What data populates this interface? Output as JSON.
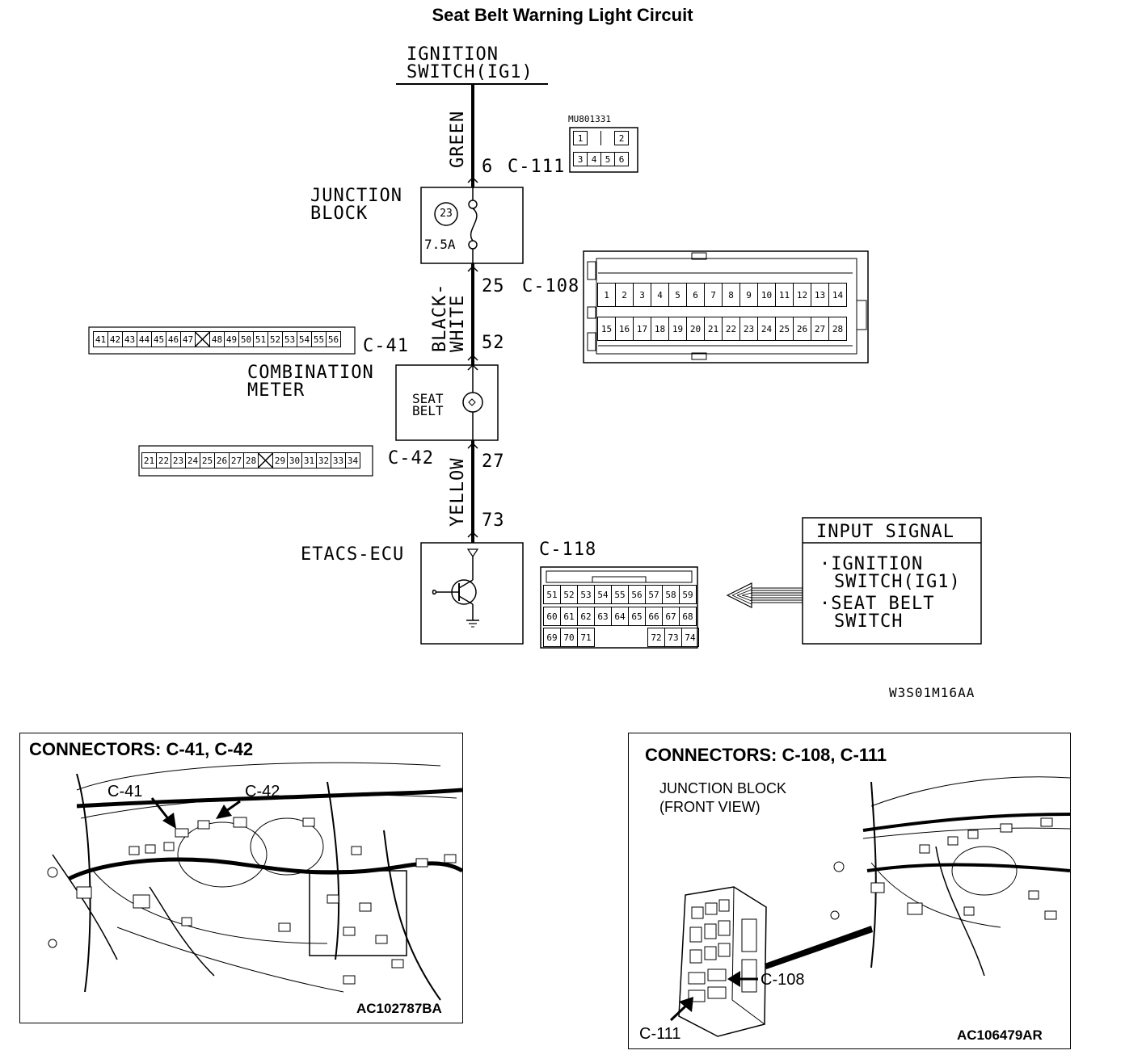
{
  "title": "Seat Belt Warning Light Circuit",
  "ignition_label": [
    "IGNITION",
    "SWITCH(IG1)"
  ],
  "wire_green": "GREEN",
  "wire_black_white": "BLACK-WHITE",
  "wire_black_white_lines": [
    "BLACK-",
    "WHITE"
  ],
  "wire_yellow": "YELLOW",
  "pin_6": "6",
  "conn_c111": "C-111",
  "junction_label": [
    "JUNCTION",
    "BLOCK"
  ],
  "fuse_num": "23",
  "fuse_rating": "7.5A",
  "pin_25": "25",
  "conn_c108": "C-108",
  "pin_52": "52",
  "conn_c41": "C-41",
  "combo_label": [
    "COMBINATION",
    "METER"
  ],
  "seat_belt_lamp": [
    "SEAT",
    "BELT"
  ],
  "pin_27": "27",
  "conn_c42": "C-42",
  "pin_73": "73",
  "etacs_label": "ETACS-ECU",
  "conn_c118": "C-118",
  "part_number": "MU801331",
  "c111_pins": [
    "1",
    "2",
    "3",
    "4",
    "5",
    "6"
  ],
  "c108_row1": [
    "1",
    "2",
    "3",
    "4",
    "5",
    "6",
    "7",
    "8",
    "9",
    "10",
    "11",
    "12",
    "13",
    "14"
  ],
  "c108_row2": [
    "15",
    "16",
    "17",
    "18",
    "19",
    "20",
    "21",
    "22",
    "23",
    "24",
    "25",
    "26",
    "27",
    "28"
  ],
  "c41_pins": [
    "41",
    "42",
    "43",
    "44",
    "45",
    "46",
    "47",
    "",
    "48",
    "49",
    "50",
    "51",
    "52",
    "53",
    "54",
    "55",
    "56"
  ],
  "c42_pins": [
    "21",
    "22",
    "23",
    "24",
    "25",
    "26",
    "27",
    "28",
    "",
    "29",
    "30",
    "31",
    "32",
    "33",
    "34"
  ],
  "c118_row1": [
    "51",
    "52",
    "53",
    "54",
    "55",
    "56",
    "57",
    "58",
    "59"
  ],
  "c118_row2": [
    "60",
    "61",
    "62",
    "63",
    "64",
    "65",
    "66",
    "67",
    "68"
  ],
  "c118_row3": [
    "69",
    "70",
    "71",
    "",
    "",
    "",
    "72",
    "73",
    "74"
  ],
  "input_signal": {
    "heading": "INPUT SIGNAL",
    "items": [
      [
        "IGNITION",
        "SWITCH(IG1)"
      ],
      [
        "SEAT BELT",
        "SWITCH"
      ]
    ]
  },
  "figure_code": "W3S01M16AA",
  "panel_left": {
    "heading": "CONNECTORS: C-41, C-42",
    "callout_c41": "C-41",
    "callout_c42": "C-42",
    "code": "AC102787BA"
  },
  "panel_right": {
    "heading": "CONNECTORS: C-108, C-111",
    "subheading": [
      "JUNCTION BLOCK",
      "(FRONT VIEW)"
    ],
    "callout_c108": "C-108",
    "callout_c111": "C-111",
    "code": "AC106479AR"
  }
}
